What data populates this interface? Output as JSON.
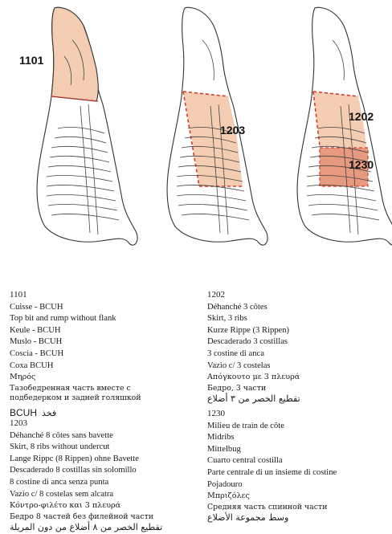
{
  "diagrams": [
    {
      "label": "1101"
    },
    {
      "label": "1203"
    },
    {
      "label": "1202"
    },
    {
      "label": "1230"
    }
  ],
  "colors": {
    "highlight_fill": "#f4cdb2",
    "highlight_dark": "#e79a80",
    "cut_line": "#d83a2a",
    "outline": "#333333"
  },
  "blocks": [
    {
      "code": "1101",
      "lines": [
        "Cuisse - BCUH",
        "Top bit and rump without flank",
        "Keule - BCUH",
        "Muslo - BCUH",
        "Coscia - BCUH",
        "Coxa BCUH"
      ],
      "greek": "Μηρός",
      "russian": "Тазобедренная часть вместе с подбедерком и задней голяшкой",
      "arabic_prefix": "BCUH",
      "arabic": "فخذ"
    },
    {
      "code": "1203",
      "lines": [
        "Déhanché 8 côtes sans bavette",
        "Skirt, 8 ribs without undercut",
        "Lange Rippc (8 Rippen) ohne Bavette",
        "Descaderado 8 costillas sin solomillo",
        "8 costine di anca senza punta",
        "Vazio c/ 8 costelas sem alcatra"
      ],
      "greek": "Κόντρο-φιλέτο και 3 πλευρά",
      "russian": "Бедро 8 частей без филейной части",
      "arabic": "تقطيع الخصر من ٨ أضلاع من دون المريلة"
    },
    {
      "code": "1202",
      "lines": [
        "Déhanché 3 côtes",
        "Skirt, 3 ribs",
        "Kurze Rippe (3 Rippen)",
        "Descaderado 3 costillas",
        "3 costine di anca",
        "Vazio c/ 3 costelas"
      ],
      "greek": "Απόγκουτο με 3 πλευρά",
      "russian": "Бедро, 3 части",
      "arabic": "تقطيع الخصر من ٣ أضلاع"
    },
    {
      "code": "1230",
      "lines": [
        "Milieu de train de côte",
        "Midribs",
        "Mittelbug",
        "Cuarto central costilla",
        "Parte centrale di un insieme di costine",
        "Pojadouro"
      ],
      "greek": "Μπριζόλες",
      "russian": "Средняя часть спинной части",
      "arabic": "وسط مجموعة الأضلاع"
    }
  ]
}
